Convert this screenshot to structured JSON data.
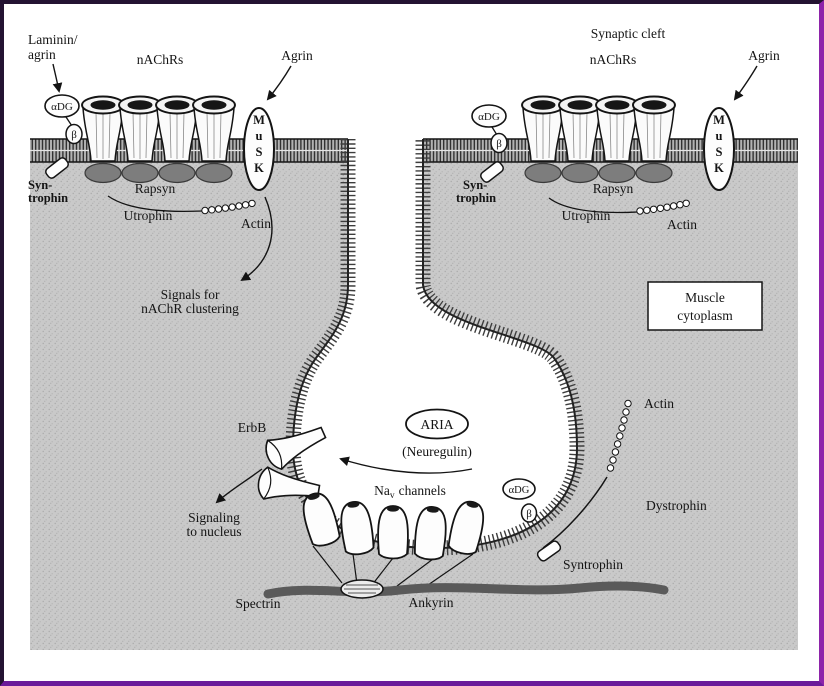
{
  "colors": {
    "frame_dark": "#241332",
    "frame_right_accent": "#8e24aa",
    "frame_bottom_accent": "#6a1b9a",
    "cytoplasm_gray": "#c9c9c9",
    "membrane_dark": "#1e1e1e",
    "spectrin_gray": "#5a5a5a",
    "receptor_blob_gray": "#7d7d7d",
    "paper_white": "#ffffff"
  },
  "top_labels": {
    "laminin_line1": "Laminin/",
    "laminin_line2": "agrin",
    "nachrs_left": "nAChRs",
    "agrin_left": "Agrin",
    "synaptic_cleft": "Synaptic cleft",
    "nachrs_right": "nAChRs",
    "agrin_right": "Agrin"
  },
  "left": {
    "adg": "αDG",
    "beta": "β",
    "musk": [
      "M",
      "u",
      "S",
      "K"
    ],
    "syn1": "Syn-",
    "syn2": "trophin",
    "rapsyn": "Rapsyn",
    "utrophin": "Utrophin",
    "actin": "Actin",
    "signals1": "Signals for",
    "signals2": "nAChR clustering"
  },
  "right": {
    "adg": "αDG",
    "beta": "β",
    "musk": [
      "M",
      "u",
      "S",
      "K"
    ],
    "syn1": "Syn-",
    "syn2": "trophin",
    "rapsyn": "Rapsyn",
    "utrophin": "Utrophin",
    "actin": "Actin",
    "muscle1": "Muscle",
    "muscle2": "cytoplasm"
  },
  "center": {
    "erbb": "ErbB",
    "aria": "ARIA",
    "neuregulin": "(Neuregulin)",
    "signaling1": "Signaling",
    "signaling2": "to nucleus",
    "nav_prefix": "Na",
    "nav_sub": "v",
    "nav_suffix": "channels",
    "spectrin": "Spectrin",
    "ankyrin": "Ankyrin"
  },
  "bottom_right": {
    "adg": "αDG",
    "beta": "β",
    "syntrophin": "Syntrophin",
    "dystrophin": "Dystrophin",
    "actin": "Actin"
  }
}
